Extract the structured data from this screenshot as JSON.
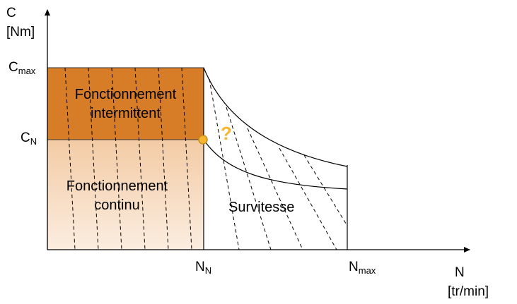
{
  "axes": {
    "y_label": "C",
    "y_unit": "[Nm]",
    "x_label": "N",
    "x_unit": "[tr/min]",
    "c_max": {
      "base": "C",
      "sub": "max"
    },
    "c_n": {
      "base": "C",
      "sub": "N"
    },
    "n_n": {
      "base": "N",
      "sub": "N"
    },
    "n_max": {
      "base": "N",
      "sub": "max"
    }
  },
  "zones": {
    "intermittent_line1": "Fonctionnement",
    "intermittent_line2": "intermittent",
    "continuous_line1": "Fonctionnement",
    "continuous_line2": "continu",
    "overspeed": "Survitesse"
  },
  "question_mark": "?",
  "colors": {
    "intermittent_fill": "#D77D28",
    "continuous_fill_top": "#F3CBA4",
    "continuous_fill_bottom": "#FBEDE0",
    "marker": "#F5B731",
    "marker_stroke": "#C98A18",
    "axis": "#000000"
  }
}
